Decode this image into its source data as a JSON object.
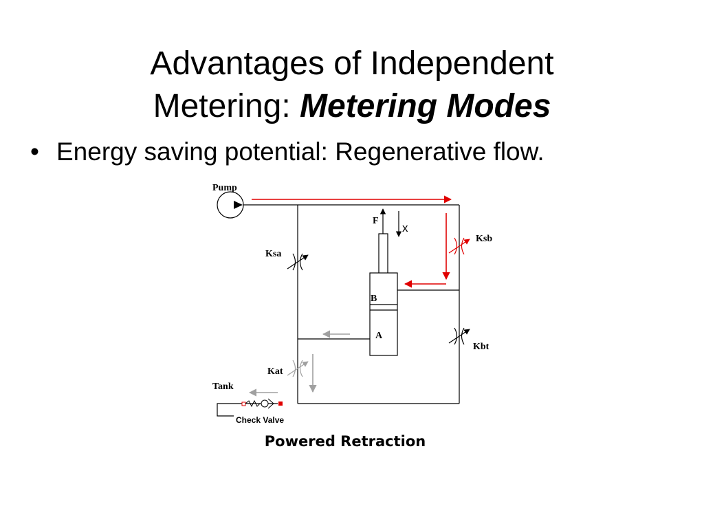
{
  "slide": {
    "title_line1": "Advantages of Independent",
    "title_line2_plain": "Metering: ",
    "title_line2_emph": "Metering Modes",
    "bullet_symbol": "•",
    "bullet_text": "Energy saving potential: Regenerative flow.",
    "caption": "Powered Retraction"
  },
  "diagram": {
    "labels": {
      "pump": "Pump",
      "tank": "Tank",
      "force": "F",
      "displacement": "x",
      "chamber_a": "A",
      "chamber_b": "B",
      "valve_sa": "Ksa",
      "valve_sb": "Ksb",
      "valve_at": "Kat",
      "valve_bt": "Kbt",
      "check_valve": "Check Valve"
    },
    "colors": {
      "line": "#000000",
      "active_flow": "#e00000",
      "inactive_flow": "#a0a0a0"
    }
  }
}
